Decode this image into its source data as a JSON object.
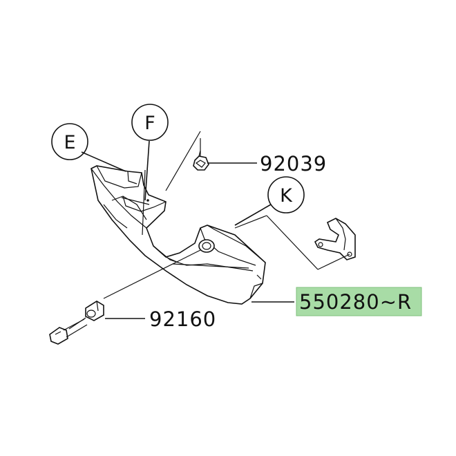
{
  "diagram": {
    "callouts": {
      "e": "E",
      "f": "F",
      "k": "K"
    },
    "part_numbers": {
      "clip": "92039",
      "grommet": "92160",
      "cover": "550280~R"
    },
    "colors": {
      "line": "#111111",
      "part_fill": "#ffffff",
      "highlight": "#a8dca6",
      "highlight_border": "#7fbf7c"
    }
  }
}
